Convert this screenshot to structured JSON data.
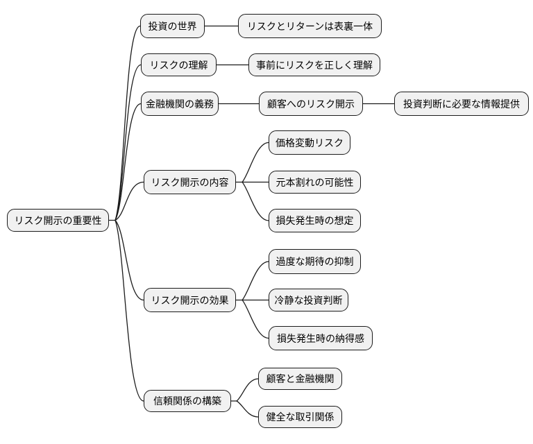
{
  "diagram": {
    "type": "mindmap",
    "root": {
      "label": "リスク開示の重要性"
    },
    "branches": [
      {
        "label": "投資の世界",
        "children": [
          {
            "label": "リスクとリターンは表裏一体"
          }
        ]
      },
      {
        "label": "リスクの理解",
        "children": [
          {
            "label": "事前にリスクを正しく理解"
          }
        ]
      },
      {
        "label": "金融機関の義務",
        "children": [
          {
            "label": "顧客へのリスク開示",
            "children": [
              {
                "label": "投資判断に必要な情報提供"
              }
            ]
          }
        ]
      },
      {
        "label": "リスク開示の内容",
        "children": [
          {
            "label": "価格変動リスク"
          },
          {
            "label": "元本割れの可能性"
          },
          {
            "label": "損失発生時の想定"
          }
        ]
      },
      {
        "label": "リスク開示の効果",
        "children": [
          {
            "label": "過度な期待の抑制"
          },
          {
            "label": "冷静な投資判断"
          },
          {
            "label": "損失発生時の納得感"
          }
        ]
      },
      {
        "label": "信頼関係の構築",
        "children": [
          {
            "label": "顧客と金融機関"
          },
          {
            "label": "健全な取引関係"
          }
        ]
      }
    ],
    "colors": {
      "background": "#ffffff",
      "node_fill": "#f1f1f1",
      "node_border": "#1a1a1a",
      "connector": "#1a1a1a",
      "text": "#000000"
    }
  }
}
